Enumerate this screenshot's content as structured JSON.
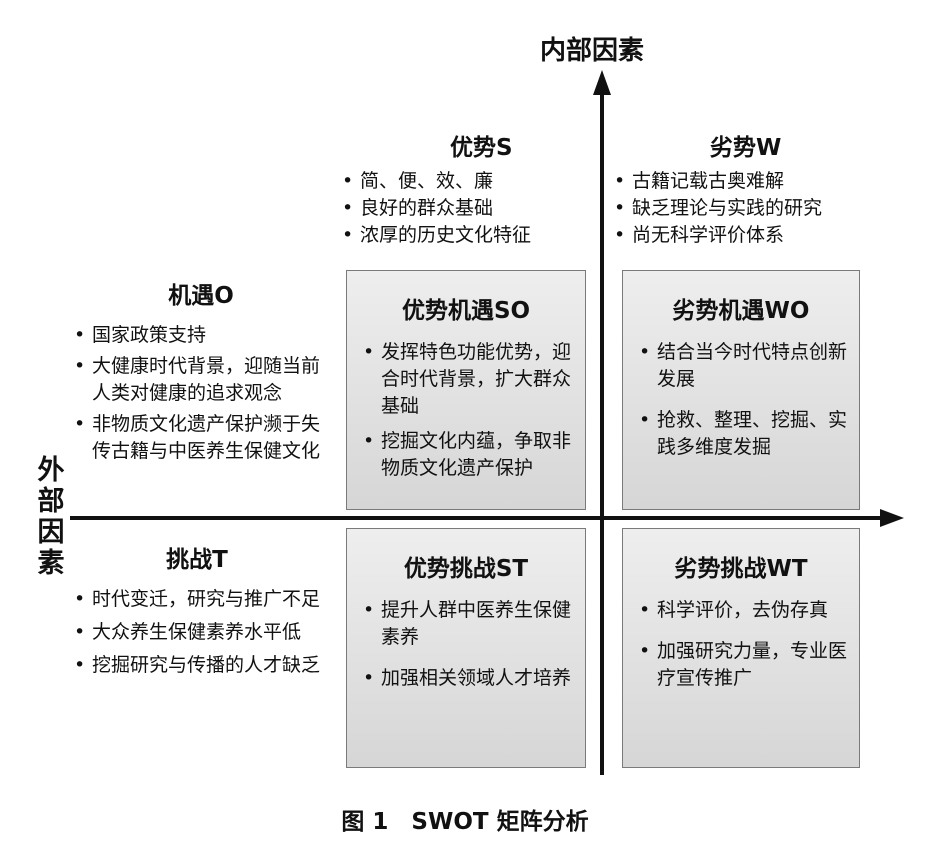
{
  "axes": {
    "vertical_label": "内部因素",
    "horizontal_label_chars": [
      "外",
      "部",
      "因",
      "素"
    ]
  },
  "strengths": {
    "title": "优势S",
    "items": [
      "简、便、效、廉",
      "良好的群众基础",
      "浓厚的历史文化特征"
    ]
  },
  "weaknesses": {
    "title": "劣势W",
    "items": [
      "古籍记载古奥难解",
      "缺乏理论与实践的研究",
      "尚无科学评价体系"
    ]
  },
  "opportunities": {
    "title": "机遇O",
    "items": [
      "国家政策支持",
      "大健康时代背景，迎随当前人类对健康的追求观念",
      "非物质文化遗产保护濒于失传古籍与中医养生保健文化"
    ]
  },
  "threats": {
    "title": "挑战T",
    "items": [
      "时代变迁，研究与推广不足",
      "大众养生保健素养水平低",
      "挖掘研究与传播的人才缺乏"
    ]
  },
  "so": {
    "title": "优势机遇SO",
    "items": [
      "发挥特色功能优势，迎合时代背景，扩大群众基础",
      "挖掘文化内蕴，争取非物质文化遗产保护"
    ]
  },
  "wo": {
    "title": "劣势机遇WO",
    "items": [
      "结合当今时代特点创新发展",
      "抢救、整理、挖掘、实践多维度发掘"
    ]
  },
  "st": {
    "title": "优势挑战ST",
    "items": [
      "提升人群中医养生保健素养",
      "加强相关领域人才培养"
    ]
  },
  "wt": {
    "title": "劣势挑战WT",
    "items": [
      "科学评价，去伪存真",
      "加强研究力量，专业医疗宣传推广"
    ]
  },
  "caption": "图 1　SWOT 矩阵分析"
}
